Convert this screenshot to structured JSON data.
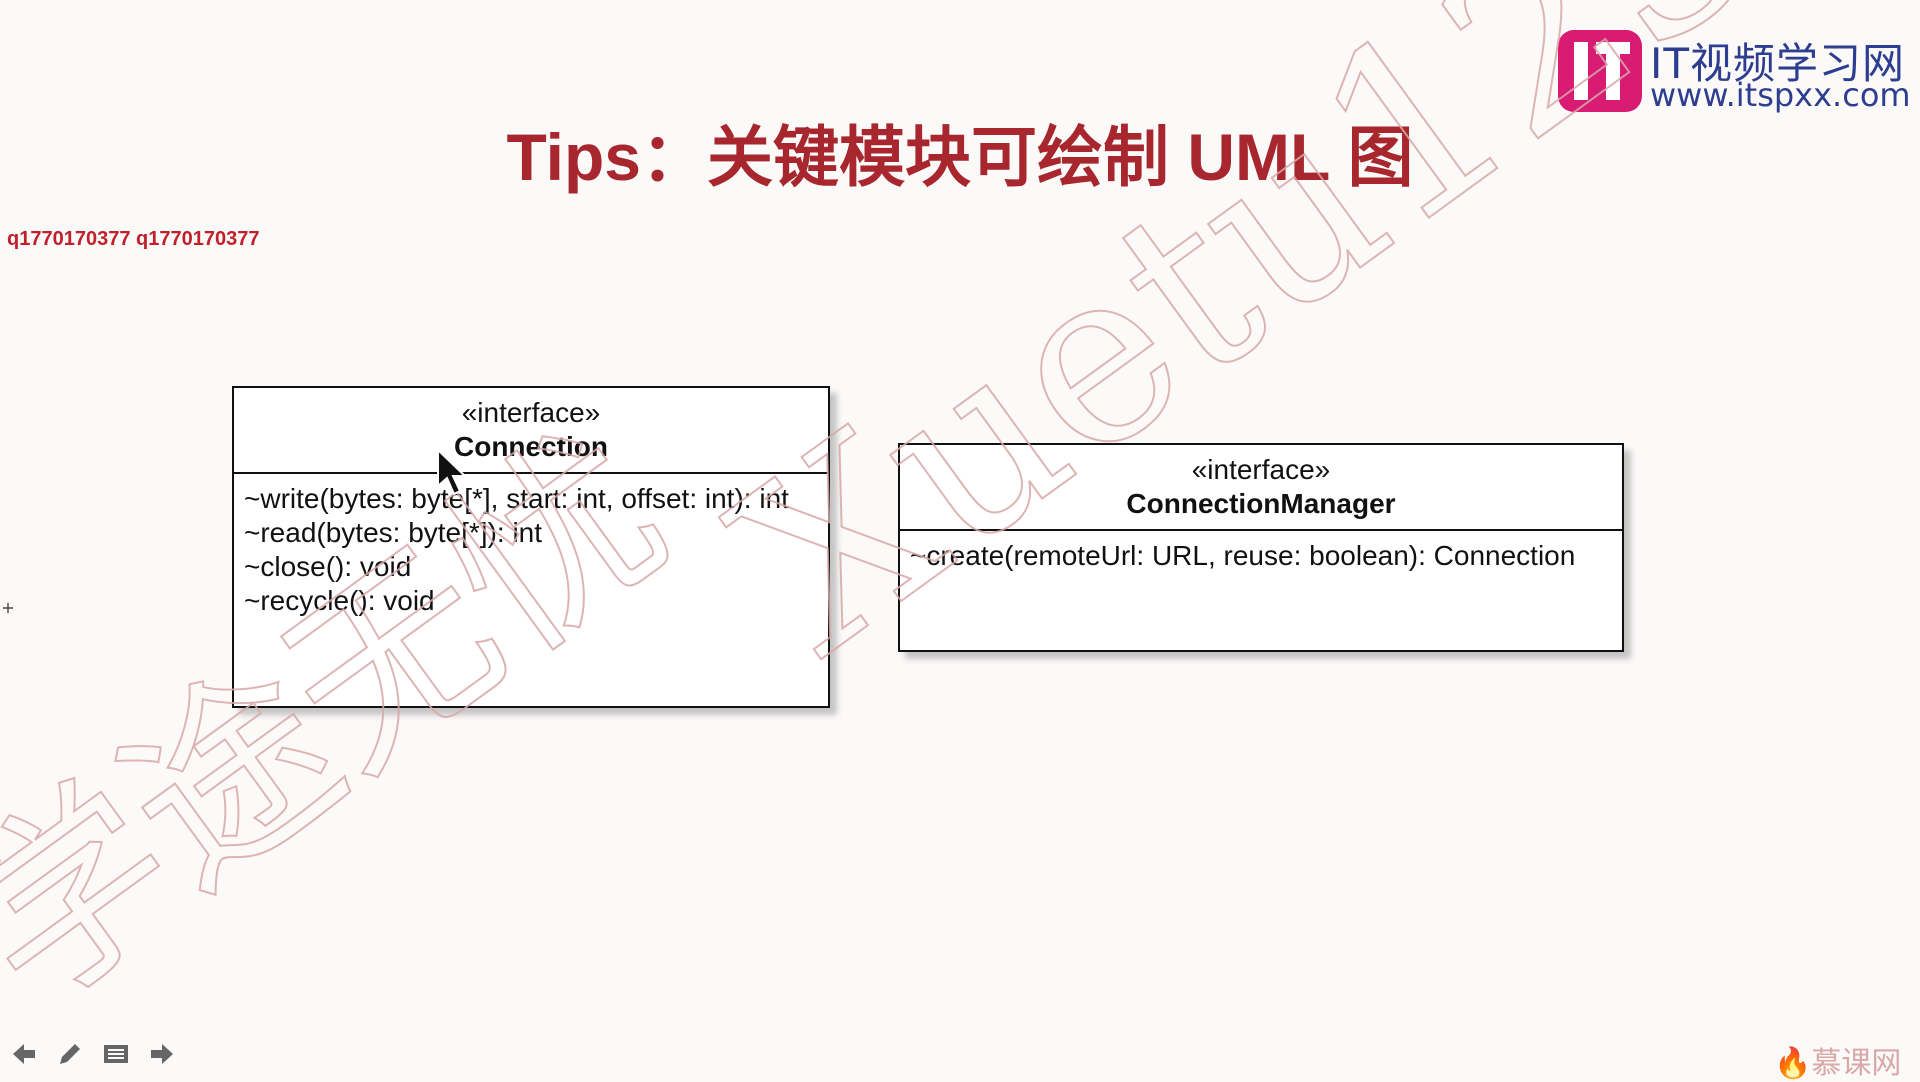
{
  "slide": {
    "title": "Tips：关键模块可绘制 UML 图",
    "qq_text": "q1770170377 q1770170377"
  },
  "logo": {
    "cn_text": "IT视频学习网",
    "url_text": "www.itspxx.com"
  },
  "watermark": {
    "latin": "Xuetu123.Com",
    "cn": "学途无忧"
  },
  "uml": {
    "connection": {
      "stereotype": "«interface»",
      "name": "Connection",
      "operations": [
        "~write(bytes: byte[*], start: int, offset: int): int",
        "~read(bytes: byte[*]): int",
        "~close(): void",
        "~recycle(): void"
      ]
    },
    "connection_manager": {
      "stereotype": "«interface»",
      "name": "ConnectionManager",
      "operations": [
        "~create(remoteUrl: URL, reuse: boolean): Connection"
      ]
    }
  },
  "footer": {
    "brand_text": "慕课网"
  },
  "icons": {
    "prev": "arrow-left-icon",
    "pen": "pen-icon",
    "menu": "menu-icon",
    "next": "arrow-right-icon"
  },
  "colors": {
    "title": "#a8262e",
    "logo_mark": "#d81b73",
    "logo_text": "#2d3d8f",
    "watermark": "#d8a8a8"
  }
}
